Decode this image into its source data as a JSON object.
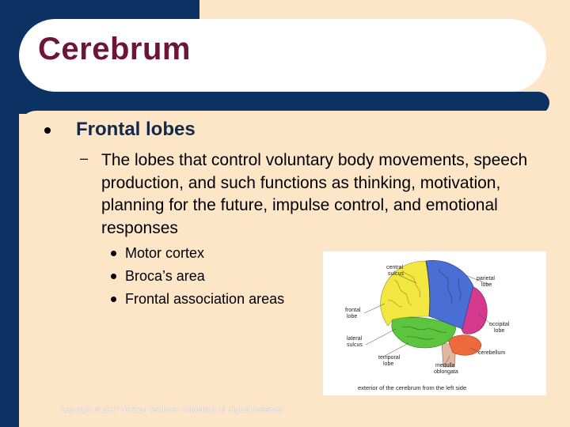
{
  "slide": {
    "title": "Cerebrum",
    "bullet": "Frontal lobes",
    "sub_bullet": "The lobes that control voluntary body movements, speech production, and such functions as thinking, motivation, planning for the future, impulse control, and emotional responses",
    "items": [
      "Motor cortex",
      "Broca’s area",
      "Frontal association areas"
    ],
    "copyright": "Copyright © 2007 Horizon Textbook Publishing All Rights Reserved"
  },
  "figure": {
    "labels": {
      "central_sulcus_1": "central",
      "central_sulcus_2": "sulcus",
      "parietal_1": "parietal",
      "parietal_2": "lobe",
      "frontal_1": "frontal",
      "frontal_2": "lobe",
      "occipital_1": "occipital",
      "occipital_2": "lobe",
      "lateral_1": "lateral",
      "lateral_2": "sulcus",
      "temporal_1": "temporal",
      "temporal_2": "lobe",
      "cerebellum": "cerebellum",
      "medulla_1": "medulla",
      "medulla_2": "oblongata"
    },
    "caption": "exterior of the cerebrum from the left side"
  },
  "colors": {
    "navy": "#0c3264",
    "background": "#fde5c8",
    "title": "#6b1636",
    "frontal": "#f2e640",
    "parietal": "#4a6fd4",
    "occipital": "#d63a8e",
    "temporal": "#5cc43e",
    "cerebellum": "#ee6a3c",
    "brainstem": "#e0b8a0"
  }
}
